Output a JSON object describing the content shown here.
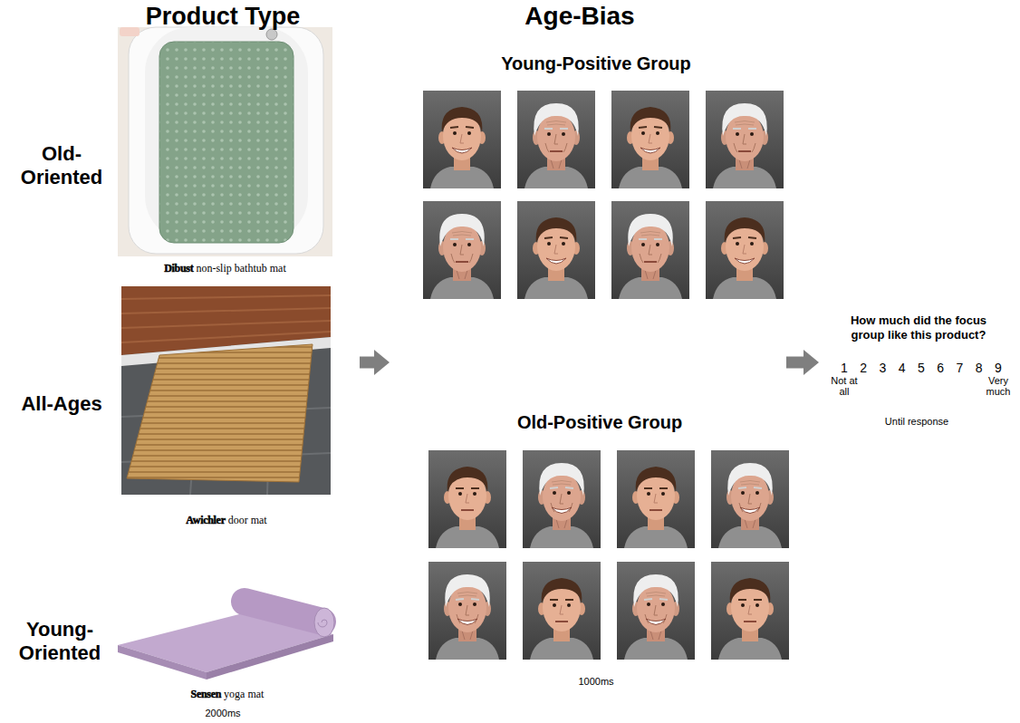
{
  "diagram": {
    "nodes": [
      {
        "text": [
          "Product Type",
          "2000ms"
        ]
      },
      {
        "text": [
          "Dibust",
          "non-slip bathtub mat"
        ],
        "in": 0
      },
      {
        "text": [
          "Awichler",
          "door mat"
        ],
        "in": 0
      },
      {
        "text": [
          "Sensen",
          "yoga mat"
        ],
        "in": 0
      },
      {
        "text": [
          "Age-Bias",
          "1000ms"
        ]
      },
      {
        "text": [
          "Young-Positive Group"
        ],
        "in": 4
      },
      {
        "text": [
          "Old-Positive Group"
        ],
        "in": 4
      },
      {
        "text": [
          "How much did the focus group like this product?",
          "Until response"
        ]
      }
    ],
    "edges": [
      {
        "from": 0,
        "to": 4,
        "arrow": "to"
      },
      {
        "from": 4,
        "to": 7,
        "arrow": "to"
      }
    ],
    "labels": [
      "Old-Oriented",
      "All-Ages",
      "Young-Oriented",
      "1",
      "2",
      "3",
      "4",
      "5",
      "6",
      "7",
      "8",
      "9",
      "Not at all",
      "Very much"
    ]
  }
}
